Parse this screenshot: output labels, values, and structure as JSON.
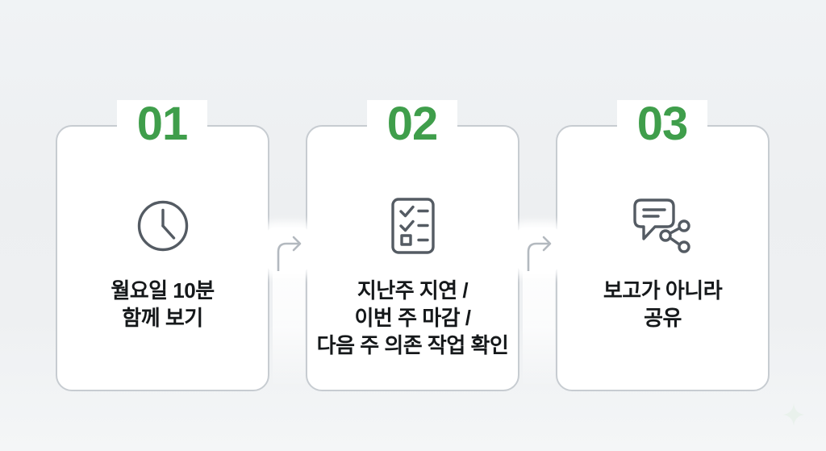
{
  "slide": {
    "type": "three-step-process-diagram",
    "colors": {
      "accent_green": "#3f9e4b",
      "icon_gray": "#545b63",
      "border_gray": "#c7ccd1",
      "arrow_gray": "#b3b9bf",
      "text_color": "#15181a",
      "card_bg": "#ffffff",
      "page_bg": "#eef0f2"
    }
  },
  "steps": [
    {
      "number": "01",
      "icon": "clock-icon",
      "lines": [
        "월요일 10분",
        "함께 보기"
      ]
    },
    {
      "number": "02",
      "icon": "checklist-icon",
      "lines": [
        "지난주 지연 /",
        "이번 주 마감 /",
        "다음 주 의존 작업 확인"
      ]
    },
    {
      "number": "03",
      "icon": "chat-share-icon",
      "lines": [
        "보고가 아니라",
        "공유"
      ]
    }
  ],
  "connectors": [
    {
      "icon": "arrow-right-icon"
    },
    {
      "icon": "arrow-right-icon"
    }
  ],
  "decorations": [
    {
      "icon": "sparkle-decoration"
    }
  ]
}
